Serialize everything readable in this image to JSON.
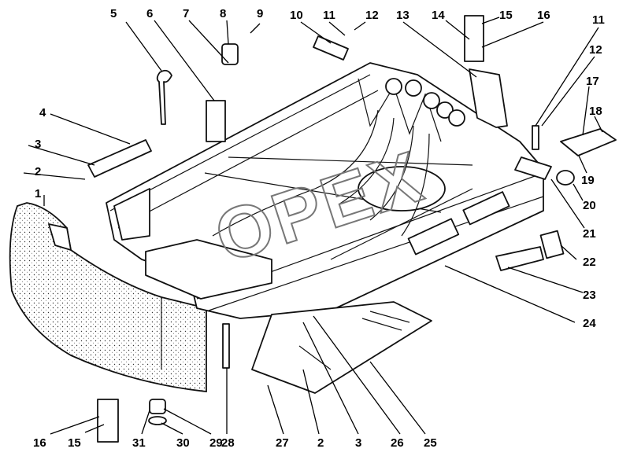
{
  "watermark": "OPEX",
  "callouts": [
    {
      "id": "c1",
      "text": "1"
    },
    {
      "id": "c2",
      "text": "2"
    },
    {
      "id": "c3",
      "text": "3"
    },
    {
      "id": "c4",
      "text": "4"
    },
    {
      "id": "c5",
      "text": "5"
    },
    {
      "id": "c6",
      "text": "6"
    },
    {
      "id": "c7",
      "text": "7"
    },
    {
      "id": "c8",
      "text": "8"
    },
    {
      "id": "c9",
      "text": "9"
    },
    {
      "id": "c10",
      "text": "10"
    },
    {
      "id": "c11a",
      "text": "11"
    },
    {
      "id": "c12a",
      "text": "12"
    },
    {
      "id": "c13",
      "text": "13"
    },
    {
      "id": "c14",
      "text": "14"
    },
    {
      "id": "c15a",
      "text": "15"
    },
    {
      "id": "c16a",
      "text": "16"
    },
    {
      "id": "c11b",
      "text": "11"
    },
    {
      "id": "c12b",
      "text": "12"
    },
    {
      "id": "c17",
      "text": "17"
    },
    {
      "id": "c18",
      "text": "18"
    },
    {
      "id": "c19",
      "text": "19"
    },
    {
      "id": "c20",
      "text": "20"
    },
    {
      "id": "c21",
      "text": "21"
    },
    {
      "id": "c22",
      "text": "22"
    },
    {
      "id": "c23",
      "text": "23"
    },
    {
      "id": "c24",
      "text": "24"
    },
    {
      "id": "c25",
      "text": "25"
    },
    {
      "id": "c3b",
      "text": "3"
    },
    {
      "id": "c26",
      "text": "26"
    },
    {
      "id": "c2b",
      "text": "2"
    },
    {
      "id": "c27",
      "text": "27"
    },
    {
      "id": "c28",
      "text": "28"
    },
    {
      "id": "c29",
      "text": "29"
    },
    {
      "id": "c30",
      "text": "30"
    },
    {
      "id": "c31",
      "text": "31"
    },
    {
      "id": "c15b",
      "text": "15"
    },
    {
      "id": "c16b",
      "text": "16"
    }
  ]
}
